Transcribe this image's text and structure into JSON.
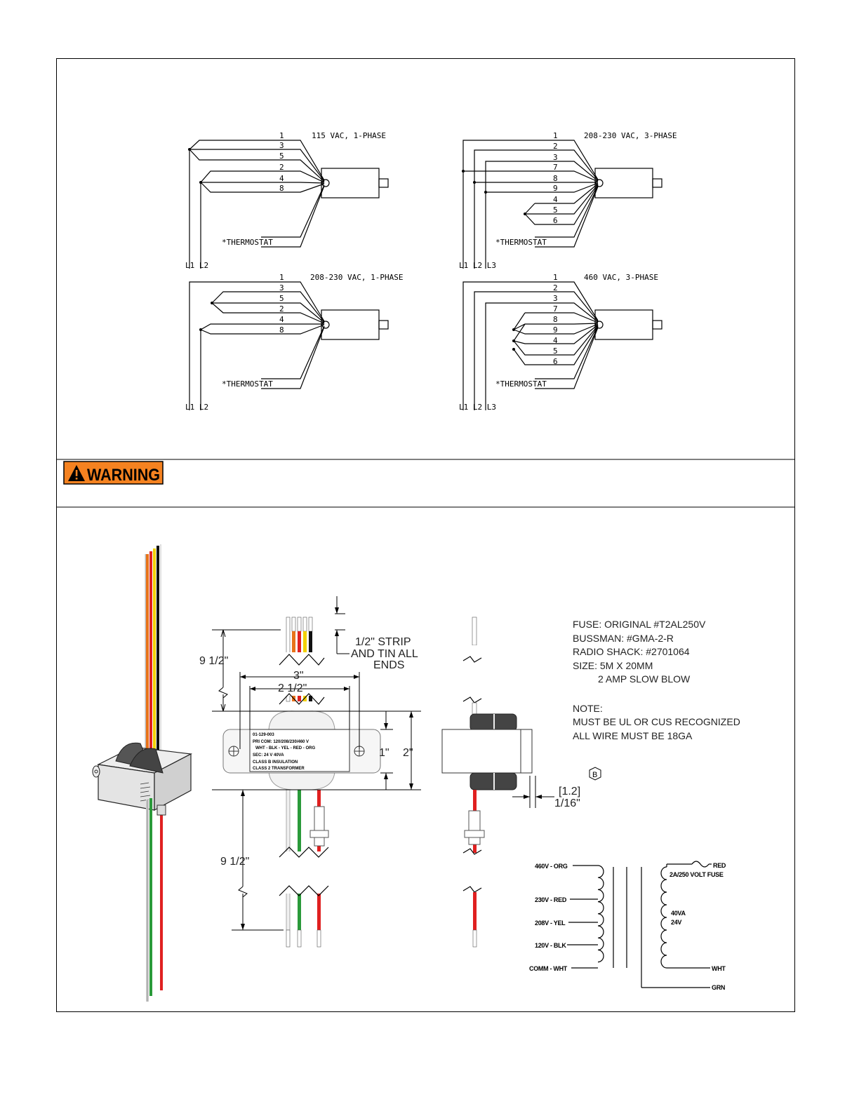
{
  "wiring": {
    "d1": {
      "title": "115 VAC, 1-PHASE",
      "wires": [
        "1",
        "3",
        "5",
        "2",
        "4",
        "8"
      ],
      "thermostat": "*THERMOSTAT",
      "lines": "L1 L2"
    },
    "d2": {
      "title": "208-230 VAC, 3-PHASE",
      "wires": [
        "1",
        "2",
        "3",
        "7",
        "8",
        "9",
        "4",
        "5",
        "6"
      ],
      "thermostat": "*THERMOSTAT",
      "lines": "L1 L2 L3"
    },
    "d3": {
      "title": "208-230 VAC, 1-PHASE",
      "wires": [
        "1",
        "3",
        "5",
        "2",
        "4",
        "8"
      ],
      "thermostat": "*THERMOSTAT",
      "lines": "L1 L2"
    },
    "d4": {
      "title": "460 VAC, 3-PHASE",
      "wires": [
        "1",
        "2",
        "3",
        "7",
        "8",
        "9",
        "4",
        "5",
        "6"
      ],
      "thermostat": "*THERMOSTAT",
      "lines": "L1 L2 L3"
    }
  },
  "warning": {
    "label": "WARNING",
    "color": "#f58220"
  },
  "transformer": {
    "label_lines": [
      "01-129-003",
      "PRI COM: 120/208/230/460 V",
      "WHT - BLK - YEL - RED - ORG",
      "SEC: 24 V  40VA",
      "CLASS B INSULATION",
      "CLASS 2 TRANSFORMER"
    ],
    "dims": {
      "lead_top": "9 1/2\"",
      "lead_bottom": "9 1/2\"",
      "width_outer": "3\"",
      "width_inner": "2 1/2\"",
      "height_inner": "1\"",
      "height_outer": "2\"",
      "thickness_mm": "[1.2]",
      "thickness": "1/16\"",
      "revision": "B"
    },
    "strip": [
      "1/2\"  STRIP",
      "AND  TIN  ALL",
      "ENDS"
    ],
    "notes": [
      "FUSE: ORIGINAL #T2AL250V",
      "BUSSMAN: #GMA-2-R",
      "RADIO SHACK: #2701064",
      "SIZE: 5M X 20MM",
      "2 AMP SLOW BLOW",
      "NOTE:",
      "MUST BE UL OR CUS  RECOGNIZED",
      "ALL WIRE MUST BE 18GA"
    ]
  },
  "schematic": {
    "primary": [
      "460V - ORG",
      "230V - RED",
      "208V - YEL",
      "120V - BLK",
      "COMM - WHT"
    ],
    "secondary_red": "RED",
    "fuse": "2A/250 VOLT FUSE",
    "rating": [
      "40VA",
      "24V"
    ],
    "secondary_wht": "WHT",
    "ground": "GRN"
  },
  "colors": {
    "orange": "#e8731a",
    "red": "#e02020",
    "yellow": "#f2d000",
    "black": "#111111",
    "green": "#2a9a3a",
    "white": "#f4f4f4"
  }
}
